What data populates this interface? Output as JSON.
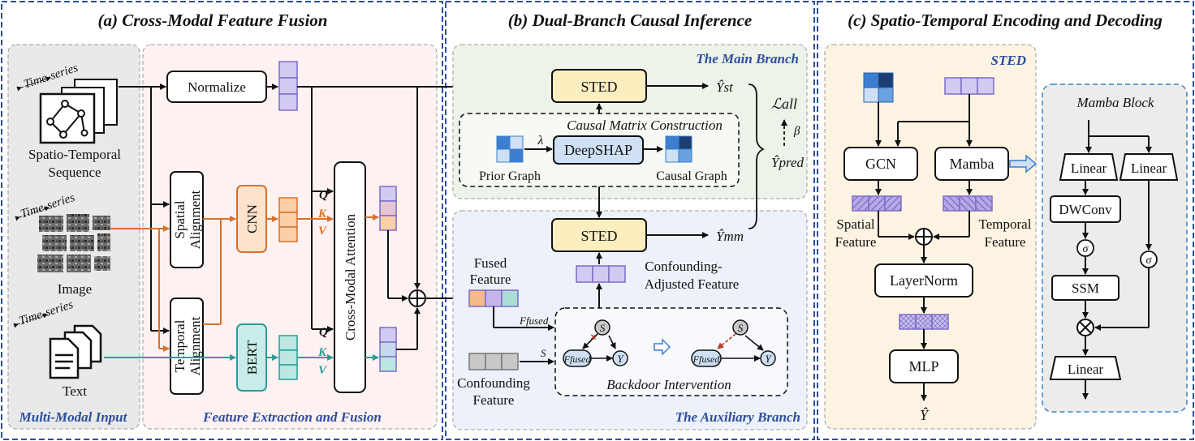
{
  "panel_a": {
    "title": "(a) Cross-Modal Feature Fusion",
    "input_region_label": "Multi-Modal Input",
    "fusion_region_label": "Feature Extraction and Fusion",
    "time_series": "Time-series",
    "input1_line1": "Spatio-Temporal",
    "input1_line2": "Sequence",
    "input2": "Image",
    "input3": "Text",
    "normalize": "Normalize",
    "spatial_alignment_1": "Spatial",
    "spatial_alignment_2": "Alignment",
    "temporal_alignment_1": "Temporal",
    "temporal_alignment_2": "Alignment",
    "cnn": "CNN",
    "bert": "BERT",
    "cross_modal_attention": "Cross-Modal Attention",
    "q": "Q",
    "k": "K",
    "v": "V"
  },
  "panel_b": {
    "title": "(b) Dual-Branch Causal Inference",
    "main_branch": "The Main Branch",
    "aux_branch": "The Auxiliary Branch",
    "sted_main": "STED",
    "sted_aux": "STED",
    "causal_matrix": "Causal Matrix Construction",
    "lambda": "λ",
    "deepshap": "DeepSHAP",
    "prior_graph": "Prior Graph",
    "causal_graph": "Causal Graph",
    "y_st": "Ŷst",
    "y_mm": "Ŷmm",
    "y_pred": "Ŷpred",
    "l_all": "ℒall",
    "beta": "β",
    "fused_feature_1": "Fused",
    "fused_feature_2": "Feature",
    "confounding_adjusted_1": "Confounding-",
    "confounding_adjusted_2": "Adjusted Feature",
    "confounding_feature_1": "Confounding",
    "confounding_feature_2": "Feature",
    "f_fused": "Ffused",
    "s": "S",
    "y": "Y",
    "backdoor": "Backdoor Intervention"
  },
  "panel_c": {
    "title": "(c) Spatio-Temporal Encoding and Decoding",
    "sted_label": "STED",
    "gcn": "GCN",
    "mamba": "Mamba",
    "spatial_feature_1": "Spatial",
    "spatial_feature_2": "Feature",
    "temporal_feature_1": "Temporal",
    "temporal_feature_2": "Feature",
    "layernorm": "LayerNorm",
    "mlp": "MLP",
    "y_hat": "Ŷ",
    "mamba_block": "Mamba Block",
    "linear": "Linear",
    "dwconv": "DWConv",
    "sigma": "σ",
    "ssm": "SSM"
  },
  "colors": {
    "frame": "#2c4f9e",
    "input_bg": "#e9e9e9",
    "fusion_bg": "#fdf1f1",
    "main_branch_bg": "#edf3e8",
    "aux_branch_bg": "#edf1f9",
    "sted_panel_bg": "#fdf3e2",
    "mamba_bg": "#ececec",
    "sted_box": "#fdeec0",
    "orange": "#d7712b",
    "teal": "#2a9d96",
    "purple": "#9e8fd6",
    "blue_grid": "#3c7fd0"
  }
}
